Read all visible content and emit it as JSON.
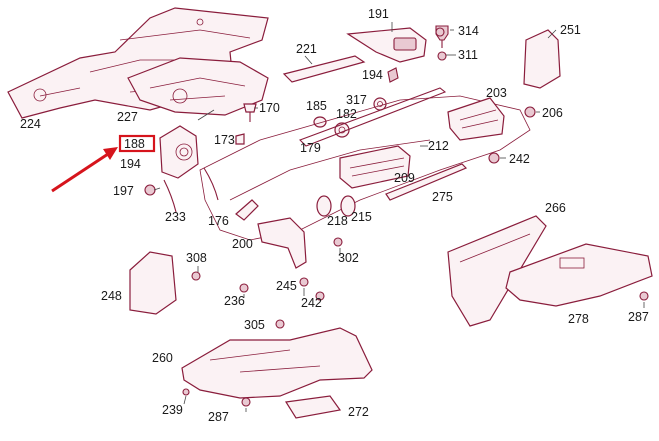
{
  "diagram": {
    "highlight": {
      "label": "188",
      "color": "#d6141c"
    },
    "part_color": "#8a1d3c",
    "labels": {
      "p224": "224",
      "p227": "227",
      "p191": "191",
      "p314": "314",
      "p311": "311",
      "p251": "251",
      "p221": "221",
      "p194a": "194",
      "p170": "170",
      "p185": "185",
      "p317": "317",
      "p182": "182",
      "p203": "203",
      "p206": "206",
      "p188": "188",
      "p173": "173",
      "p179": "179",
      "p212": "212",
      "p242a": "242",
      "p194b": "194",
      "p197": "197",
      "p209": "209",
      "p275": "275",
      "p233": "233",
      "p176": "176",
      "p218": "218",
      "p215": "215",
      "p266": "266",
      "p200": "200",
      "p302": "302",
      "p308": "308",
      "p248": "248",
      "p236": "236",
      "p245": "245",
      "p242b": "242",
      "p278": "278",
      "p287a": "287",
      "p305": "305",
      "p260": "260",
      "p239": "239",
      "p287b": "287",
      "p272": "272"
    }
  }
}
